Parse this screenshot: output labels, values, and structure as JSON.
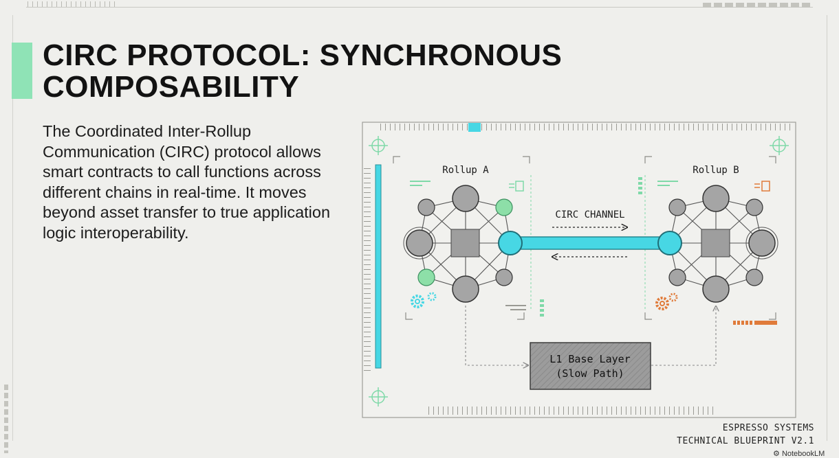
{
  "slide": {
    "title": "CIRC PROTOCOL: SYNCHRONOUS COMPOSABILITY",
    "description": "The Coordinated Inter-Rollup Communication (CIRC) protocol allows smart contracts to call functions across different chains in real-time. It moves beyond asset transfer to true application logic interoperability."
  },
  "diagram": {
    "rollup_a_label": "Rollup A",
    "rollup_b_label": "Rollup B",
    "channel_label": "CIRC CHANNEL",
    "base_layer_line1": "L1 Base Layer",
    "base_layer_line2": "(Slow Path)"
  },
  "footer": {
    "line1": "ESPRESSO SYSTEMS",
    "line2": "TECHNICAL BLUEPRINT V2.1",
    "watermark": "NotebookLM"
  },
  "colors": {
    "accent_green": "#8fe3b6",
    "channel_cyan": "#47d7e4",
    "node_gray": "#a5a5a5",
    "highlight_green": "#8ddfa8",
    "orange": "#e07b3a"
  },
  "icons": [
    "gear-icon",
    "list-icon",
    "crosshair-icon",
    "notebook-logo-icon"
  ]
}
